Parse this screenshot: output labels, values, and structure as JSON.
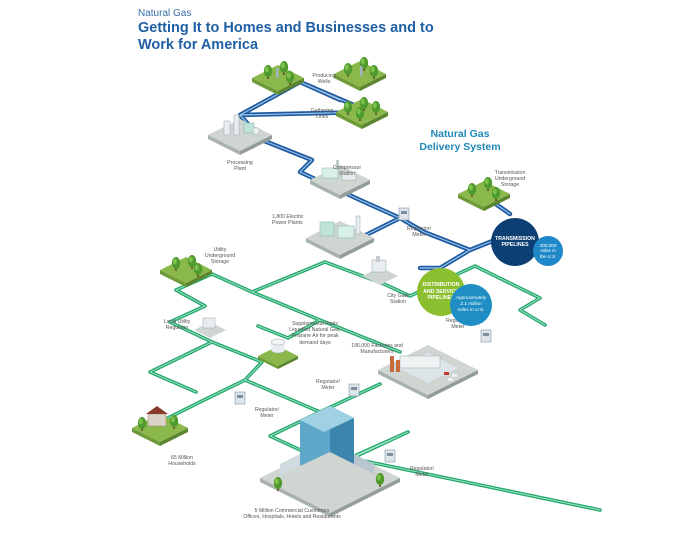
{
  "header": {
    "kicker": "Natural Gas",
    "title": "Getting It to Homes and Businesses and to Work for America"
  },
  "diagram": {
    "heading": "Natural Gas\nDelivery System",
    "labels": {
      "producing_wells": "Producing\nWells",
      "gathering_lines": "Gathering\nLines",
      "processing_plant": "Processing\nPlant",
      "compressor_station": "Compressor\nStation",
      "transmission_storage": "Transmission\nUnderground\nStorage",
      "power_plants": "1,800 Electric\nPower Plants",
      "regulator_meter_1": "Regulator/\nMeter",
      "utility_storage": "Utility\nUnderground\nStorage",
      "city_gate": "City Gate\nStation",
      "local_regulator": "Local Utility\nRegulator",
      "supplemental_fuels": "Supplemental Fuels\nLiquefied Natural Gas,\nPropane Air for peak\ndemand days",
      "factories": "196,000 Factories and\nManufacturers",
      "regulator_meter_2": "Regulator/\nMeter",
      "regulator_meter_3": "Regulator/\nMeter",
      "regulator_meter_4": "Regulator/\nMeter",
      "households": "65 Million\nHouseholds",
      "regulator_meter_5": "Regulator/\nMeter",
      "commercial": "5 Million Commercial Customers\nOffices, Hospitals, Hotels and Restaurants"
    },
    "transmission_circle": "TRANSMISSION\nPIPELINES",
    "transmission_note": "300,000\nmiles in\nthe U.S.",
    "distribution_circle": "DISTRIBUTION\nAND SERVICE\nPIPELINES",
    "distribution_note": "Approximately\n2.1 million\nmiles in U.S."
  },
  "colors": {
    "title": "#1f5fa3",
    "heading": "#1e88b8",
    "transmission_pipe": "#1e5aa0",
    "distribution_pipe": "#27a870",
    "transmission_circle": "#0e3f74",
    "transmission_note": "#1e88c8",
    "distribution_circle": "#8cbf2f",
    "distribution_note": "#1e8ec4",
    "platform_grass": "#8ab84a",
    "platform_concrete": "#cfd6d2"
  }
}
